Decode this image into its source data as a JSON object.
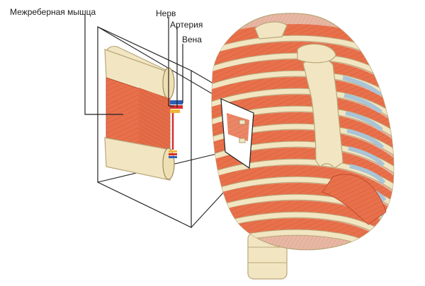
{
  "labels": {
    "muscle": "Межреберная мышца",
    "nerve": "Нерв",
    "artery": "Артерия",
    "vein": "Вена"
  },
  "colors": {
    "muscle": "#e8714c",
    "muscle_dark": "#c9502e",
    "bone": "#f2e6c2",
    "bone_outline": "#b9a77a",
    "cartilage": "#a9c4d6",
    "nerve": "#f2b636",
    "artery": "#d52e2e",
    "vein": "#2f5fb8",
    "leader": "#222222"
  },
  "icons": {
    "zoom_callout": "magnify-callout",
    "rib_cage": "rib-cage-illustration"
  }
}
